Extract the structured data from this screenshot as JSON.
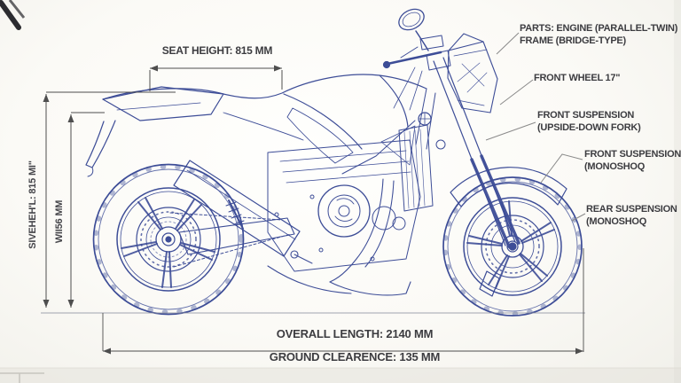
{
  "diagram": {
    "dimensions": {
      "seat_height": "SEAT HEIGHT: 815 MM",
      "side_vertical_primary": "SIVEHEH'L: 815 MI\"",
      "side_vertical_secondary": "WII56 MM",
      "overall_length": "OVERALL LENGTH: 2140 MM",
      "ground_clearance": "GROUND CLEARENCE: 135 MM"
    },
    "part_labels": [
      {
        "line1": "PARTS: ENGINE (PARALLEL-TWIN)",
        "line2": "FRAME (BRIDGE-TYPE)"
      },
      {
        "line1": "FRONT WHEEL 17\"",
        "line2": ""
      },
      {
        "line1": "FRONT SUSPENSION",
        "line2": "(UPSIDE-DOWN FORK)"
      },
      {
        "line1": "FRONT SUSPENSION",
        "line2": "(MONOSHOQ"
      },
      {
        "line1": "REAR SUSPENSION",
        "line2": "(MONOSHOQ"
      }
    ],
    "colors": {
      "line_art": "#3d4d97",
      "dimension_lines": "#4e4e4e",
      "label_text": "#3c3c40",
      "background": "#fbfaf7"
    }
  }
}
